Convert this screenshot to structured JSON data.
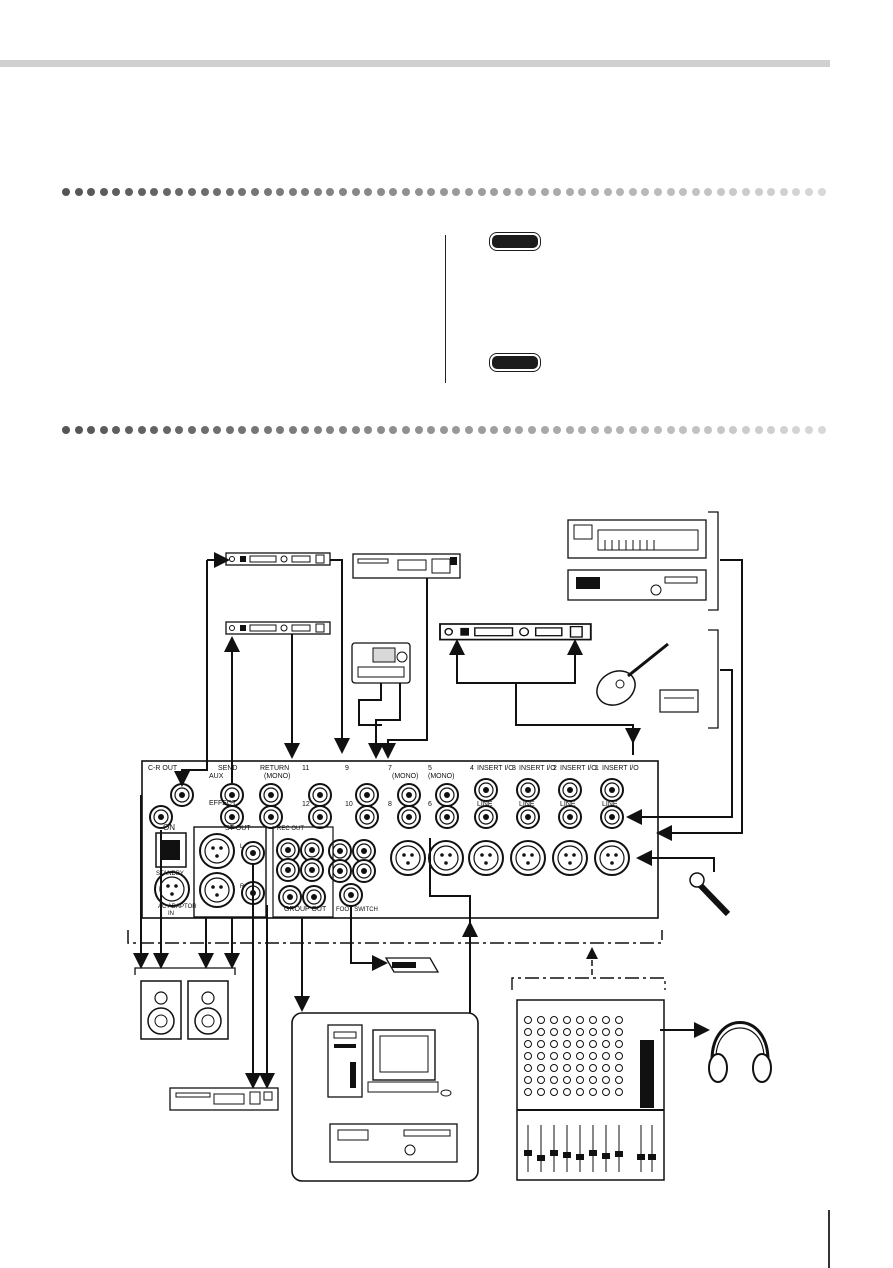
{
  "panel_labels": {
    "cr_out": "C-R OUT",
    "send": "SEND",
    "aux": "AUX",
    "effect": "EFFECT",
    "return": "RETURN",
    "mono": "(MONO)",
    "ch11": "11",
    "ch12": "12",
    "ch9": "9",
    "ch10": "10",
    "ch7": "7",
    "ch8": "8",
    "ch5": "5",
    "ch6": "6",
    "mono_7": "(MONO)",
    "mono_5": "(MONO)",
    "ch4": "4",
    "ch3": "3",
    "ch2": "2",
    "ch1": "1",
    "insert_io": "INSERT I/O",
    "line": "LINE",
    "on": "ON",
    "standby": "STANDBY",
    "ac_adaptor": "AC ADAPTOR",
    "in": "IN",
    "st_out": "ST OUT",
    "rec_out": "REC OUT",
    "group_out": "GROUP OUT",
    "foot_switch": "FOOT SWITCH",
    "l": "L",
    "r": "R"
  },
  "colors": {
    "ink": "#111111",
    "dot_dark": "#555555",
    "dot_light": "#d8d8d8",
    "rule_gray": "#d0d0d0"
  }
}
